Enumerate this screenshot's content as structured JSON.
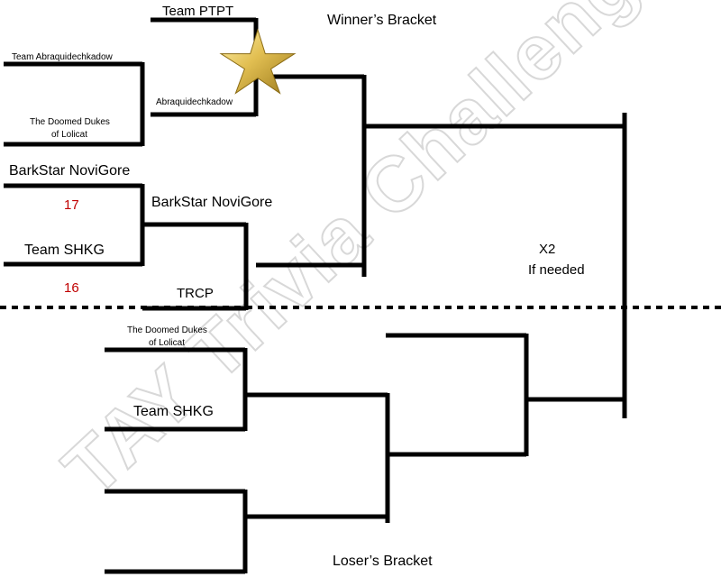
{
  "watermark": "TAY Trivia Challenge",
  "headings": {
    "winners": "Winner’s Bracket",
    "losers": "Loser’s Bracket"
  },
  "final": {
    "line1": "X2",
    "line2": "If needed"
  },
  "winners": {
    "round1": {
      "match_a": {
        "team_top": "Team Abraquidechkadow",
        "team_bottom_line1": "The Doomed Dukes",
        "team_bottom_line2": "of Lolicat"
      },
      "match_b": {
        "team_top": "BarkStar NoviGore",
        "score_top": "17",
        "team_bottom": "Team SHKG",
        "score_bottom": "16"
      }
    },
    "round2": {
      "team_ptpt": "Team PTPT",
      "advancer_a": "Abraquidechkadow",
      "advancer_b": "BarkStar NoviGore",
      "team_trcp": "TRCP"
    }
  },
  "losers": {
    "round1": {
      "team_top_line1": "The Doomed Dukes",
      "team_top_line2": "of Lolicat",
      "team_bottom": "Team SHKG"
    }
  },
  "icons": {
    "winner_marker": "gold-star-icon"
  },
  "colors": {
    "lines": "#000000",
    "score": "#c00000",
    "star": "#d4b03c"
  }
}
